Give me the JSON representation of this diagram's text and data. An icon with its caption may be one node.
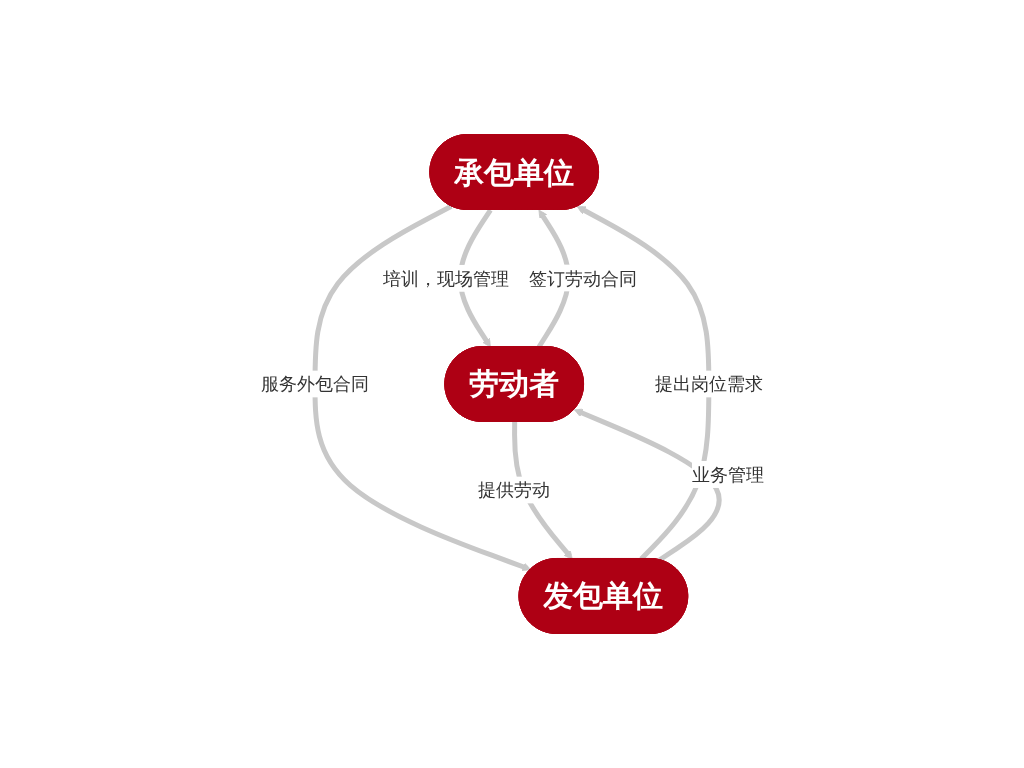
{
  "diagram": {
    "nodes": [
      {
        "text": [
          "承包单位"
        ]
      },
      {
        "text": [
          "劳动者"
        ]
      },
      {
        "text": [
          "发包单位"
        ]
      }
    ],
    "edges": [
      {
        "from": 0,
        "to": 1,
        "arrow": "to",
        "label": "培训，现场管理"
      },
      {
        "from": 1,
        "to": 0,
        "arrow": "to",
        "label": "签订劳动合同"
      },
      {
        "from": 2,
        "to": 0,
        "arrow": "to",
        "label": "提出岗位需求"
      },
      {
        "from": 0,
        "to": 2,
        "arrow": "to",
        "label": "服务外包合同"
      },
      {
        "from": 2,
        "to": 1,
        "arrow": "to",
        "label": "业务管理"
      },
      {
        "from": 1,
        "to": 2,
        "arrow": "to",
        "label": "提供劳动"
      }
    ]
  }
}
